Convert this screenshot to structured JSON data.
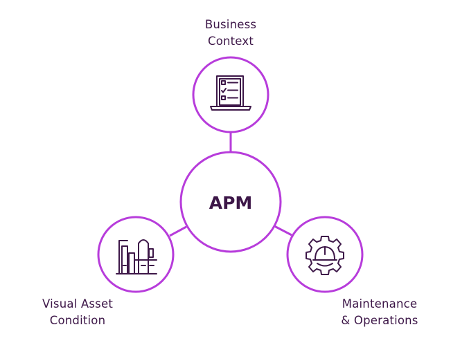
{
  "center": {
    "label": "APM"
  },
  "nodes": {
    "business_context": {
      "line1": "Business",
      "line2": "Context",
      "icon": "laptop-checklist-icon"
    },
    "visual_asset_condition": {
      "line1": "Visual Asset",
      "line2": "Condition",
      "icon": "factory-icon"
    },
    "maintenance_operations": {
      "line1": "Maintenance",
      "line2": "& Operations",
      "icon": "hardhat-gear-icon"
    }
  },
  "colors": {
    "ring": "#b73cdb",
    "ink": "#3d1748",
    "background": "#ffffff"
  }
}
